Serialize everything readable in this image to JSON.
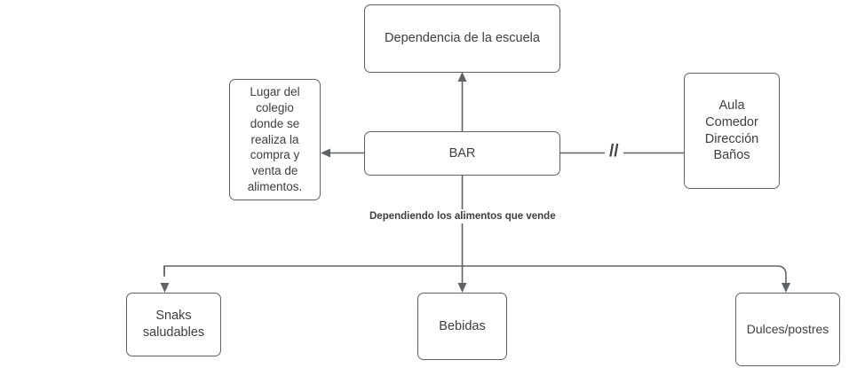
{
  "diagram": {
    "title_text": "BAR",
    "background_color": "#ffffff",
    "stroke_color": "#5f6368",
    "text_color": "#3c4043",
    "nodes": {
      "dependencia": {
        "label": "Dependencia de la escuela"
      },
      "bar": {
        "label": "BAR"
      },
      "lugar": {
        "label": "Lugar del\ncolegio\ndonde se\nrealiza la\ncompra y\nventa de\nalimentos."
      },
      "aula": {
        "label": "Aula\nComedor\nDirección\nBaños"
      },
      "snaks": {
        "label": "Snaks\nsaludables"
      },
      "bebidas": {
        "label": "Bebidas"
      },
      "dulces": {
        "label": "Dulces/postres"
      }
    },
    "edges": {
      "bar_to_dependencia": {
        "marker": "arrow-up"
      },
      "bar_to_lugar": {
        "marker": "arrow-left"
      },
      "bar_to_aula": {
        "marker": "line-break",
        "break_symbol": "//"
      },
      "bar_to_categories": {
        "caption": "Dependiendo los alimentos que vende",
        "marker": "arrow-down"
      }
    }
  }
}
